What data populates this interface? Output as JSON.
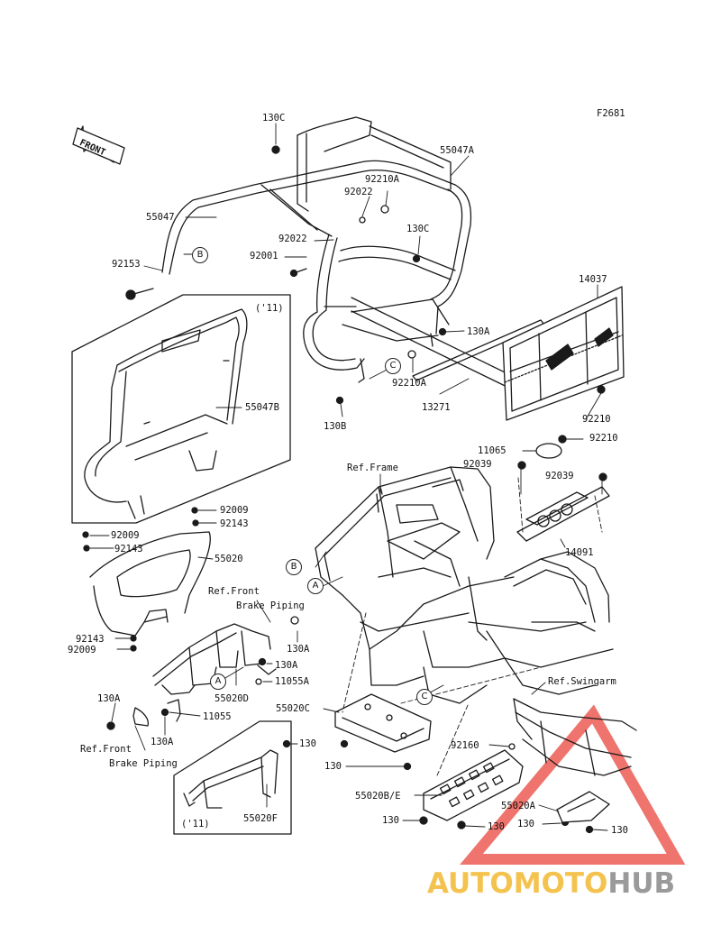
{
  "figure_code": "F2681",
  "front_arrow_label": "FRONT",
  "labels": {
    "l_130c_top": "130C",
    "l_55047a": "55047A",
    "l_92210a_top": "92210A",
    "l_92022_a": "92022",
    "l_55047": "55047",
    "l_92022_b": "92022",
    "l_130c_mid": "130C",
    "l_92001": "92001",
    "l_92153": "92153",
    "l_14037": "14037",
    "l_11_top": "('11)",
    "l_130a_top": "130A",
    "l_92210a_bot": "92210A",
    "l_13271": "13271",
    "l_55047b": "55047B",
    "l_92210_a": "92210",
    "l_130b": "130B",
    "l_92210_b": "92210",
    "l_11065": "11065",
    "l_92039_a": "92039",
    "l_ref_frame": "Ref.Frame",
    "l_92039_b": "92039",
    "l_92009_a": "92009",
    "l_92143_a": "92143",
    "l_92009_b": "92009",
    "l_92143_b": "92143",
    "l_55020": "55020",
    "l_14091": "14091",
    "l_ref_front_brake_a1": "Ref.Front",
    "l_ref_front_brake_a2": "Brake Piping",
    "l_92143_c": "92143",
    "l_92009_c": "92009",
    "l_130a_a": "130A",
    "l_130a_b": "130A",
    "l_11055a": "11055A",
    "l_55020d": "55020D",
    "l_ref_swingarm": "Ref.Swingarm",
    "l_130a_c": "130A",
    "l_11055": "11055",
    "l_130a_d": "130A",
    "l_55020c": "55020C",
    "l_ref_front_brake_b1": "Ref.Front",
    "l_ref_front_brake_b2": "Brake Piping",
    "l_130_a": "130",
    "l_92160": "92160",
    "l_130_b": "130",
    "l_55020be": "55020B/E",
    "l_55020a": "55020A",
    "l_130_c": "130",
    "l_130_d": "130",
    "l_130_e": "130",
    "l_130_f": "130",
    "l_11_bot": "('11)",
    "l_55020f": "55020F"
  },
  "circles": {
    "b1": "B",
    "b2": "B",
    "a1": "A",
    "a2": "A",
    "c1": "C",
    "c2": "C"
  },
  "watermark": {
    "part1": "AUTOMOTO",
    "part2": "HUB"
  },
  "colors": {
    "ink": "#1a1a1a",
    "watermark_red": "#e8463c",
    "watermark_yellow": "#f4c34f",
    "watermark_gray": "#9a9a9a"
  }
}
